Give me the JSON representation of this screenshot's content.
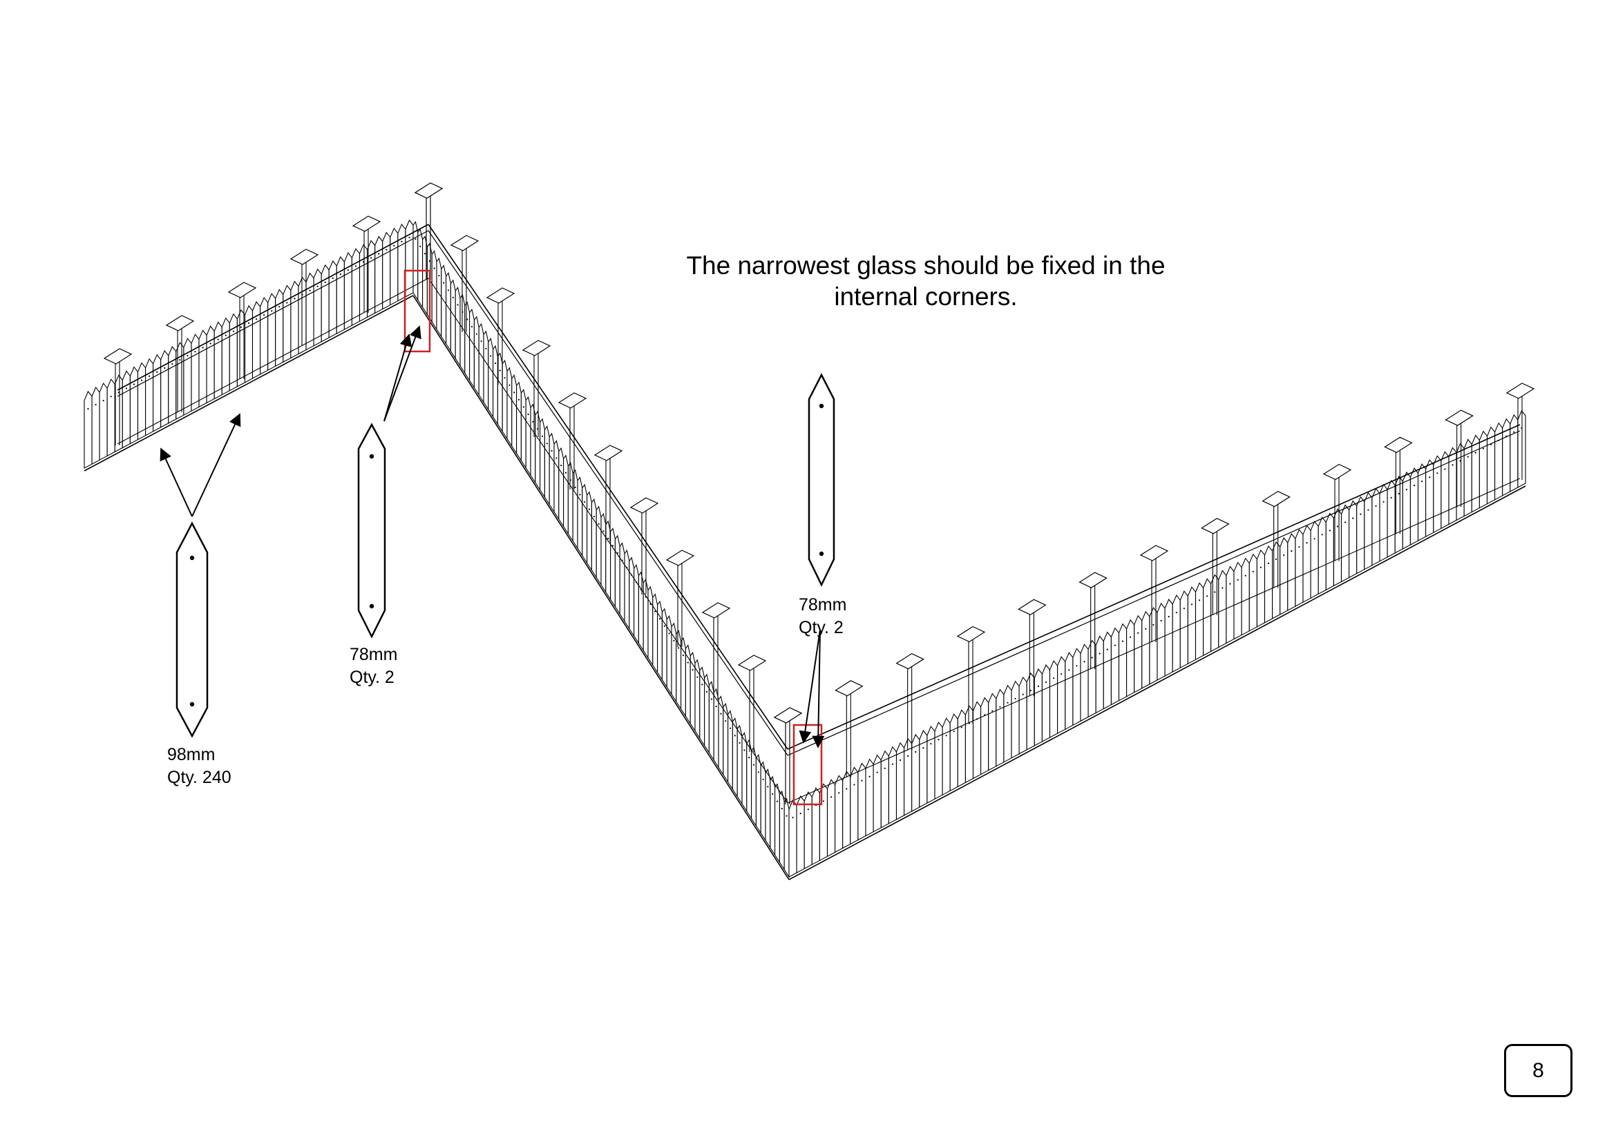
{
  "instruction": "The narrowest glass should be fixed in the\ninternal corners.",
  "parts": [
    {
      "size": "98mm",
      "quantity": "Qty. 240"
    },
    {
      "size": "78mm",
      "quantity": "Qty. 2"
    },
    {
      "size": "78mm",
      "quantity": "Qty. 2"
    }
  ],
  "page_number": "8",
  "colors": {
    "line": "#000000",
    "highlight": "#d02020",
    "background": "#ffffff"
  }
}
